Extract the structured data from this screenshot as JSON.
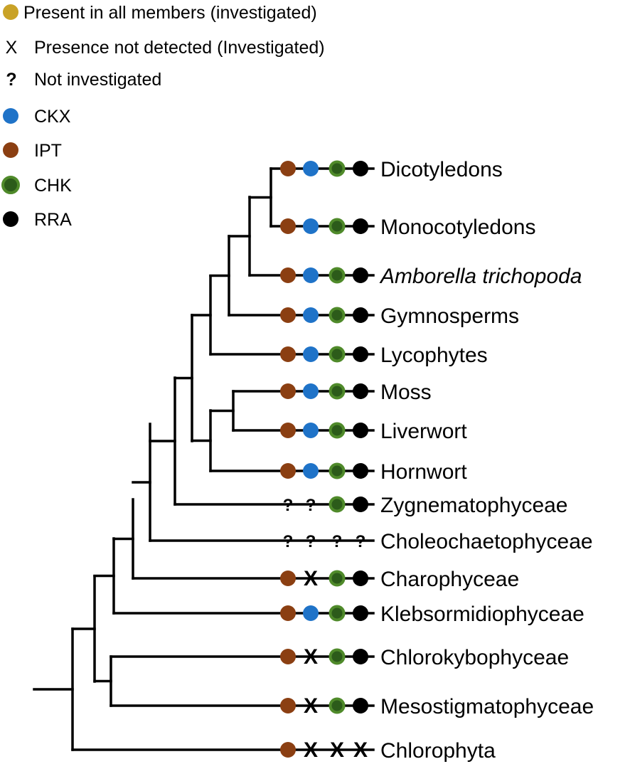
{
  "colors": {
    "all_members": "#c9a227",
    "CKX": "#1f73c8",
    "IPT": "#8b3f12",
    "CHK": "#4f8a2a",
    "CHK_inner": "#2c5b1a",
    "RRA": "#000000",
    "line": "#000000"
  },
  "legend": [
    {
      "symbol": "dot",
      "color_key": "all_members",
      "label": "Present in all members (investigated)"
    },
    {
      "symbol": "X",
      "label": "Presence not detected (Investigated)"
    },
    {
      "symbol": "?",
      "label": "Not investigated"
    },
    {
      "symbol": "dot",
      "color_key": "CKX",
      "label": "CKX"
    },
    {
      "symbol": "dot",
      "color_key": "IPT",
      "label": "IPT"
    },
    {
      "symbol": "dot",
      "color_key": "CHK",
      "label": "CHK"
    },
    {
      "symbol": "dot",
      "color_key": "RRA",
      "label": "RRA"
    }
  ],
  "mark_columns": [
    "IPT",
    "CKX",
    "CHK",
    "RRA"
  ],
  "mark_symbols": {
    "cross": "X",
    "unknown": "?"
  },
  "taxa": [
    {
      "name": "Dicotyledons",
      "italic": false,
      "marks": [
        "IPT",
        "CKX",
        "CHK",
        "RRA"
      ]
    },
    {
      "name": "Monocotyledons",
      "italic": false,
      "marks": [
        "IPT",
        "CKX",
        "CHK",
        "RRA"
      ]
    },
    {
      "name": "Amborella trichopoda",
      "italic": true,
      "marks": [
        "IPT",
        "CKX",
        "CHK",
        "RRA"
      ]
    },
    {
      "name": "Gymnosperms",
      "italic": false,
      "marks": [
        "IPT",
        "CKX",
        "CHK",
        "RRA"
      ]
    },
    {
      "name": "Lycophytes",
      "italic": false,
      "marks": [
        "IPT",
        "CKX",
        "CHK",
        "RRA"
      ]
    },
    {
      "name": "Moss",
      "italic": false,
      "marks": [
        "IPT",
        "CKX",
        "CHK",
        "RRA"
      ]
    },
    {
      "name": "Liverwort",
      "italic": false,
      "marks": [
        "IPT",
        "CKX",
        "CHK",
        "RRA"
      ]
    },
    {
      "name": "Hornwort",
      "italic": false,
      "marks": [
        "IPT",
        "CKX",
        "CHK",
        "RRA"
      ]
    },
    {
      "name": "Zygnematophyceae",
      "italic": false,
      "marks": [
        "unknown",
        "unknown",
        "CHK",
        "RRA"
      ]
    },
    {
      "name": "Choleochaetophyceae",
      "italic": false,
      "marks": [
        "unknown",
        "unknown",
        "unknown",
        "unknown"
      ]
    },
    {
      "name": "Charophyceae",
      "italic": false,
      "marks": [
        "IPT",
        "cross",
        "CHK",
        "RRA"
      ]
    },
    {
      "name": "Klebsormidiophyceae",
      "italic": false,
      "marks": [
        "IPT",
        "CKX",
        "CHK",
        "RRA"
      ]
    },
    {
      "name": "Chlorokybophyceae",
      "italic": false,
      "marks": [
        "IPT",
        "cross",
        "CHK",
        "RRA"
      ]
    },
    {
      "name": "Mesostigmatophyceae",
      "italic": false,
      "marks": [
        "IPT",
        "cross",
        "CHK",
        "RRA"
      ]
    },
    {
      "name": "Chlorophyta",
      "italic": false,
      "marks": [
        "IPT",
        "cross",
        "cross",
        "cross"
      ]
    }
  ]
}
